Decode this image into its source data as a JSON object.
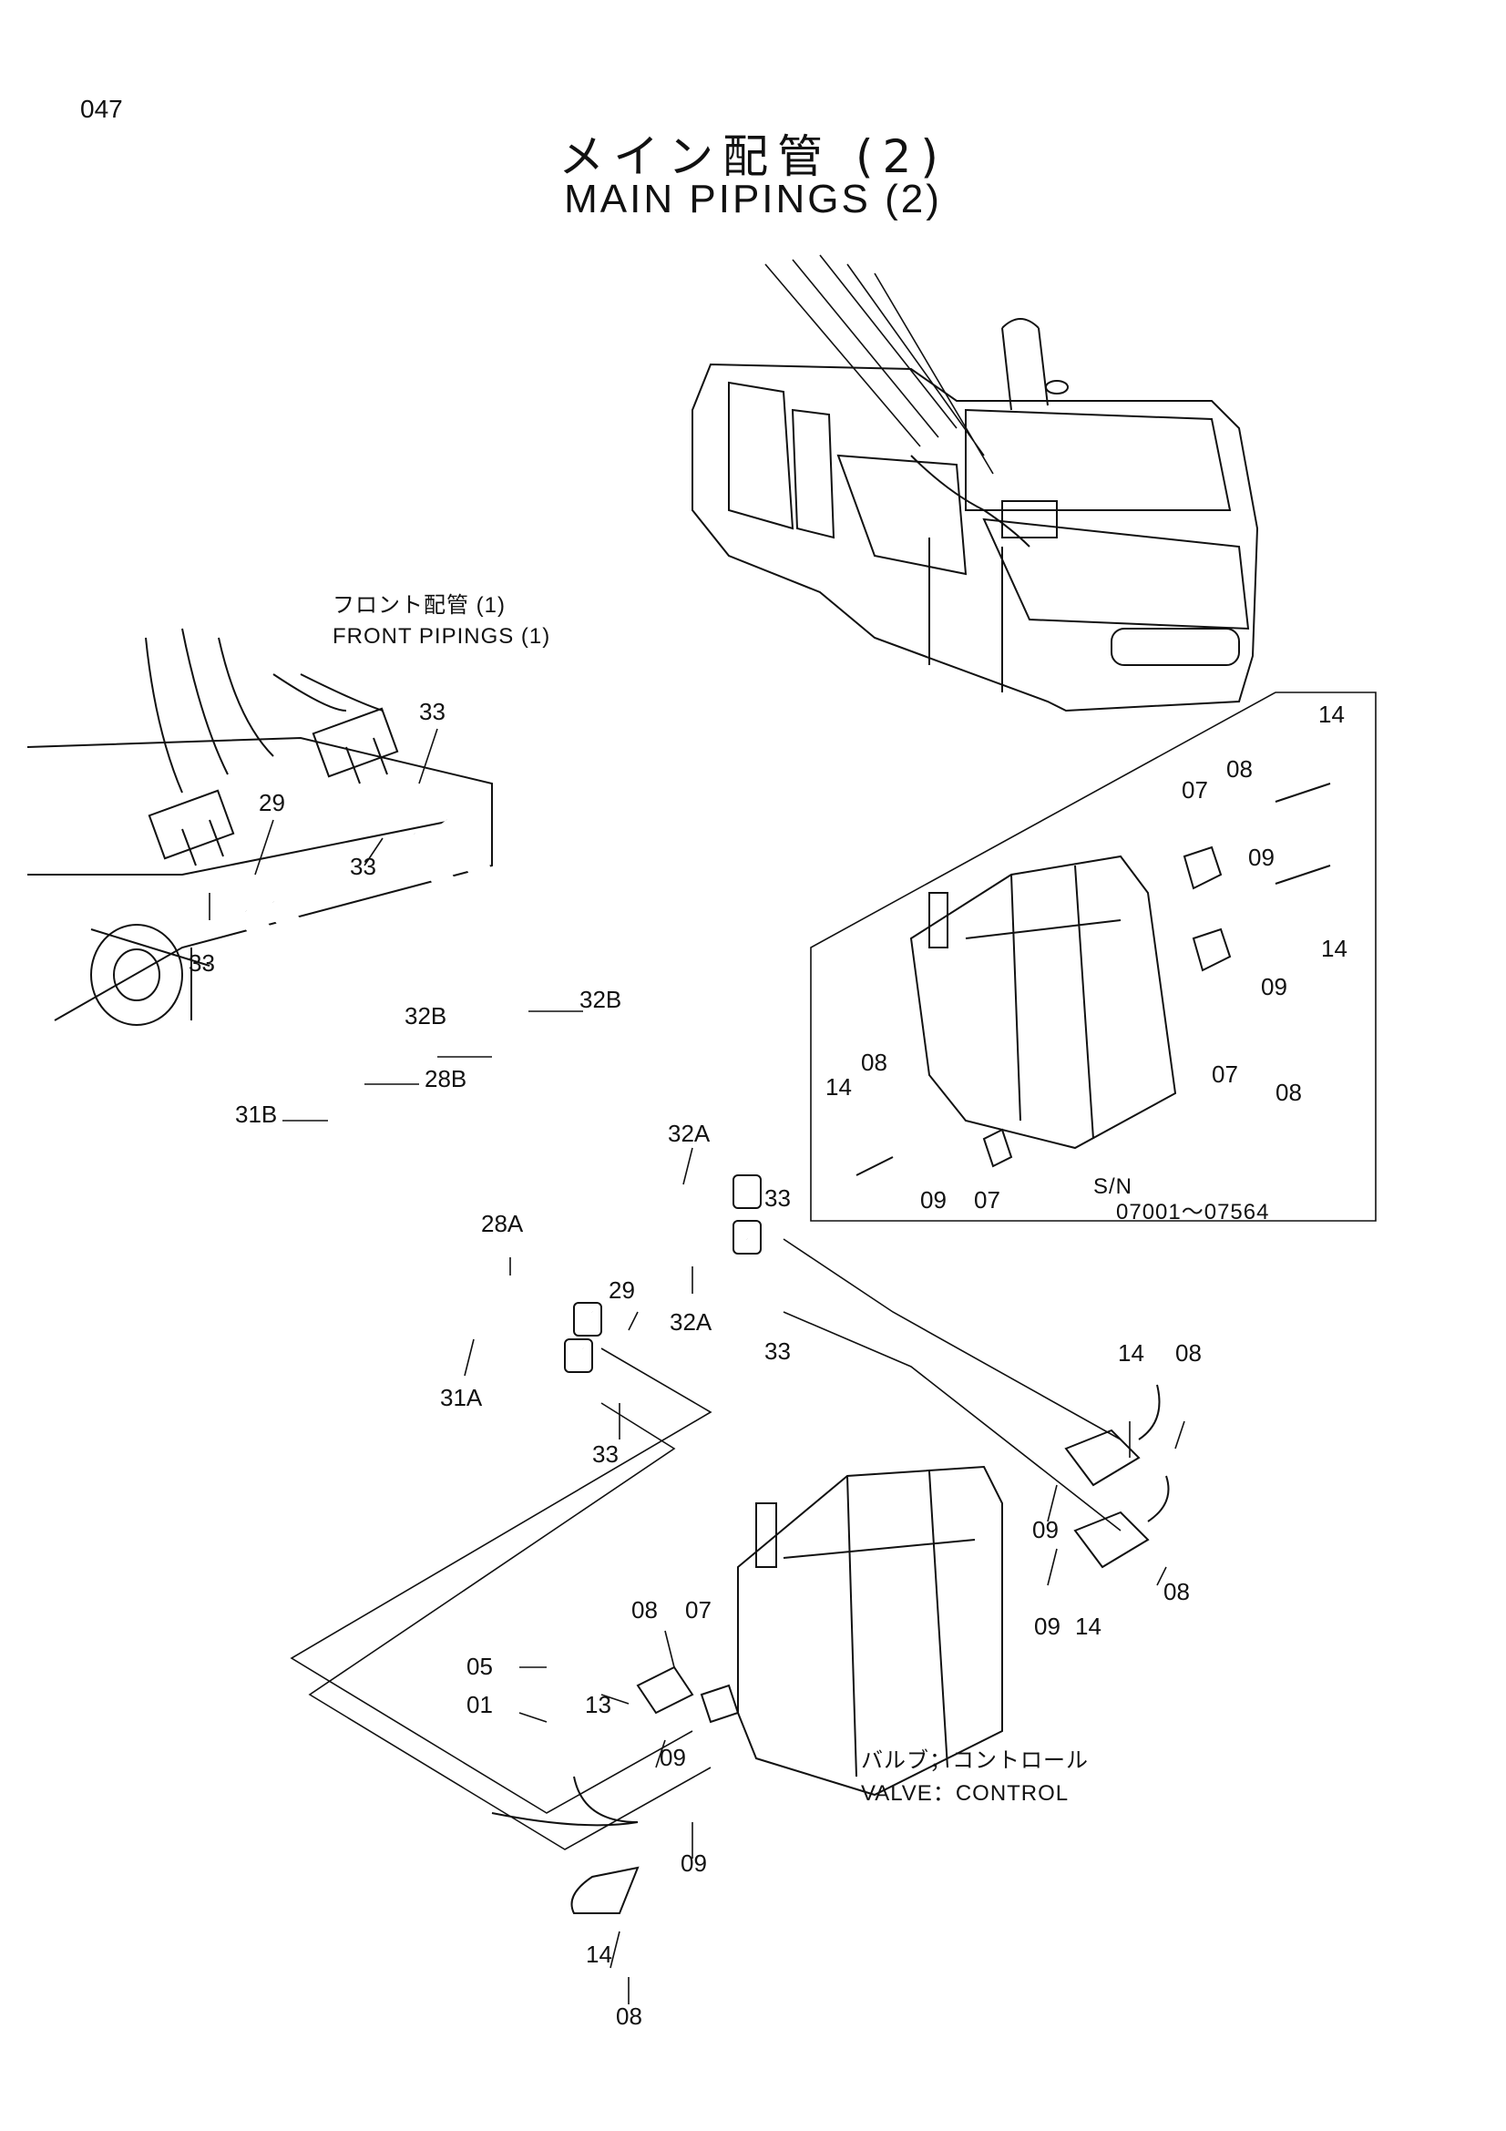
{
  "header": {
    "page_number": "047",
    "title_jp": "メイン配管 (2)",
    "title_en": "MAIN PIPINGS (2)"
  },
  "notes": {
    "front_jp": "フロント配管 (1)",
    "front_en": "FRONT PIPINGS (1)",
    "sn_label": "S/N",
    "sn_range": "07001～07564",
    "valve_jp": "バルブ；コントロール",
    "valve_en": "VALVE：CONTROL"
  },
  "callouts": [
    {
      "id": "c1",
      "text": "33"
    },
    {
      "id": "c2",
      "text": "29"
    },
    {
      "id": "c3",
      "text": "33"
    },
    {
      "id": "c4",
      "text": "33"
    },
    {
      "id": "c5",
      "text": "32B"
    },
    {
      "id": "c6",
      "text": "32B"
    },
    {
      "id": "c7",
      "text": "28B"
    },
    {
      "id": "c8",
      "text": "31B"
    },
    {
      "id": "c9",
      "text": "32A"
    },
    {
      "id": "c10",
      "text": "28A"
    },
    {
      "id": "c11",
      "text": "33"
    },
    {
      "id": "c12",
      "text": "32A"
    },
    {
      "id": "c13",
      "text": "29"
    },
    {
      "id": "c14",
      "text": "33"
    },
    {
      "id": "c15",
      "text": "31A"
    },
    {
      "id": "c16",
      "text": "33"
    },
    {
      "id": "c17",
      "text": "14"
    },
    {
      "id": "c18",
      "text": "08"
    },
    {
      "id": "c19",
      "text": "07"
    },
    {
      "id": "c20",
      "text": "09"
    },
    {
      "id": "c21",
      "text": "14"
    },
    {
      "id": "c22",
      "text": "09"
    },
    {
      "id": "c23",
      "text": "07"
    },
    {
      "id": "c24",
      "text": "08"
    },
    {
      "id": "c25",
      "text": "08"
    },
    {
      "id": "c26",
      "text": "14"
    },
    {
      "id": "c27",
      "text": "09"
    },
    {
      "id": "c28",
      "text": "07"
    },
    {
      "id": "c29",
      "text": "14"
    },
    {
      "id": "c30",
      "text": "08"
    },
    {
      "id": "c31",
      "text": "09"
    },
    {
      "id": "c32",
      "text": "08"
    },
    {
      "id": "c33",
      "text": "09"
    },
    {
      "id": "c34",
      "text": "14"
    },
    {
      "id": "c35",
      "text": "08"
    },
    {
      "id": "c36",
      "text": "07"
    },
    {
      "id": "c37",
      "text": "05"
    },
    {
      "id": "c38",
      "text": "01"
    },
    {
      "id": "c39",
      "text": "13"
    },
    {
      "id": "c40",
      "text": "09"
    },
    {
      "id": "c41",
      "text": "09"
    },
    {
      "id": "c42",
      "text": "14"
    },
    {
      "id": "c43",
      "text": "08"
    }
  ]
}
